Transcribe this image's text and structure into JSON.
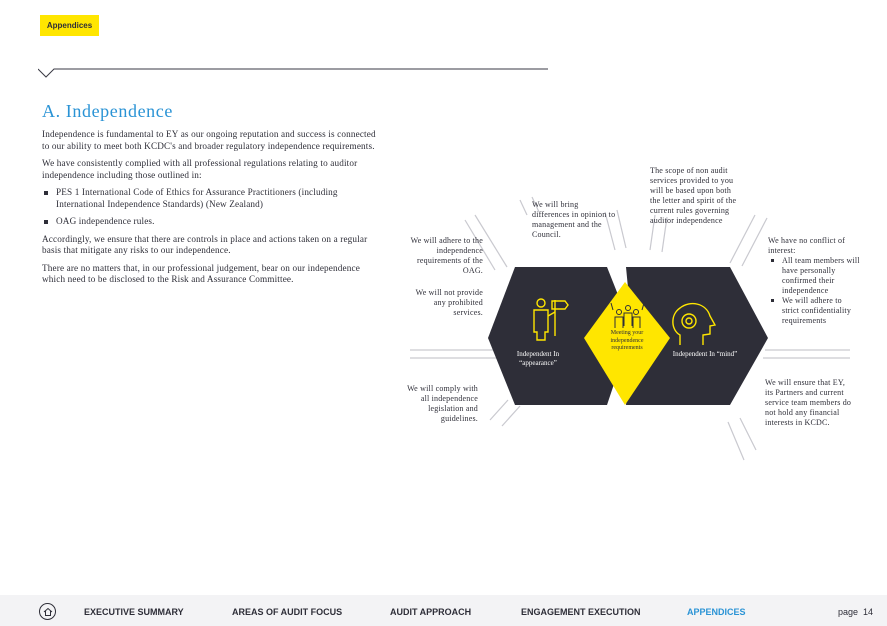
{
  "header": {
    "tag_label": "Appendices"
  },
  "title": "A. Independence",
  "body": {
    "p1": "Independence is fundamental to EY as our ongoing reputation and success is connected to our ability to meet both KCDC's and broader regulatory independence requirements.",
    "p2": "We have consistently complied with all professional regulations relating to auditor independence including those outlined in:",
    "bullets": [
      "PES 1 International Code of Ethics for Assurance Practitioners (including International Independence Standards) (New Zealand)",
      "OAG independence rules."
    ],
    "p3": "Accordingly, we ensure that there are controls in place and actions taken on a regular basis that mitigate any risks to our independence.",
    "p4": "There are no matters that, in our professional judgement, bear on our independence which need to be disclosed to the Risk and Assurance Committee."
  },
  "diagram": {
    "left_hex_label": "Independent In “appearance”",
    "right_hex_label": "Independent In “mind”",
    "center_label": "Meeting your independence requirements",
    "adhere_oag": "We will adhere to the independence requirements of the OAG.",
    "no_prohibited": "We will not provide any prohibited services.",
    "comply_legislation": "We will comply with all independence legislation and guidelines.",
    "bring_differences": "We will bring differences in opinion to management and the Council.",
    "non_audit_scope": "The scope of non audit services provided to you will be based upon both the letter and spirit of the current rules governing auditor independence",
    "no_conflict_title": "We have no conflict of interest:",
    "no_conflict_bullets": [
      "All team members will have personally confirmed their independence",
      "We will adhere to strict confidentiality requirements"
    ],
    "financial_interests": "We will ensure that EY, its Partners and current service team members do not hold any financial interests in KCDC."
  },
  "footer": {
    "nav": [
      "EXECUTIVE SUMMARY",
      "AREAS OF AUDIT FOCUS",
      "AUDIT APPROACH",
      "ENGAGEMENT EXECUTION",
      "APPENDICES"
    ],
    "page_label": "page",
    "page_number": "14"
  },
  "colors": {
    "accent_yellow": "#ffe600",
    "dark": "#2e2e38",
    "blue": "#2a93d5"
  }
}
